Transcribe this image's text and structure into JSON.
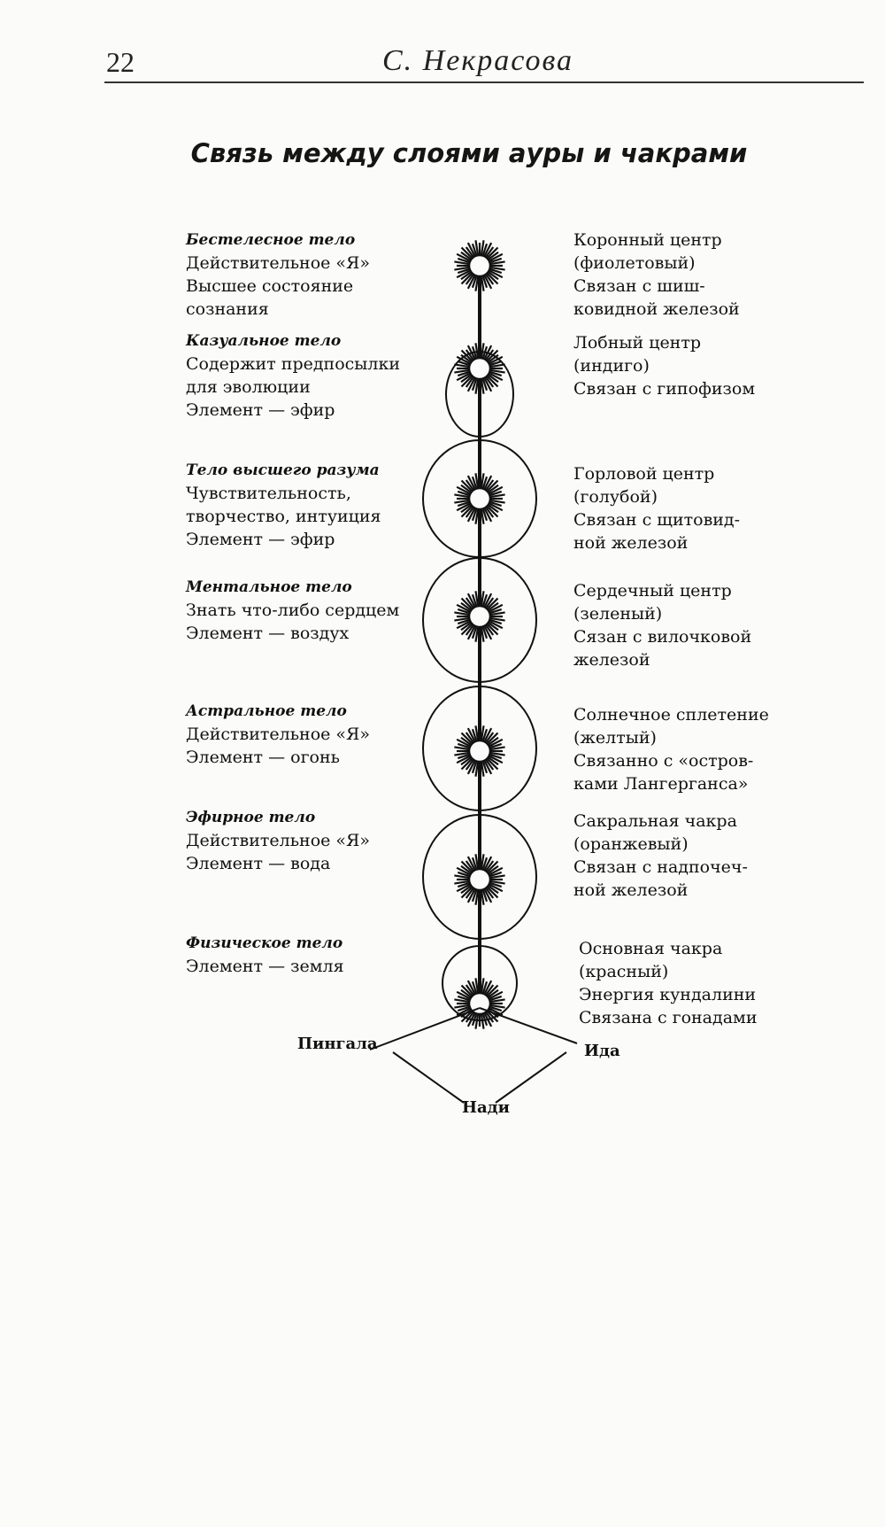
{
  "header": {
    "page_number": "22",
    "author": "С. Некрасова"
  },
  "figure": {
    "title": "Связь между слоями ауры и чакрами"
  },
  "layers": [
    {
      "left_heading": "Бестелесное тело",
      "left_lines": [
        "Действительное «Я»",
        "Высшее состояние",
        "сознания"
      ],
      "right_lines": [
        "Коронный центр",
        "(фиолетовый)",
        "Связан с шиш-",
        "ковидной железой"
      ]
    },
    {
      "left_heading": "Казуальное тело",
      "left_lines": [
        "Содержит предпосылки",
        "для эволюции",
        "Элемент — эфир"
      ],
      "right_lines": [
        "Лобный центр",
        "(индиго)",
        "Связан с гипофизом"
      ]
    },
    {
      "left_heading": "Тело высшего разума",
      "left_lines": [
        "Чувствительность,",
        "творчество, интуиция",
        "Элемент — эфир"
      ],
      "right_lines": [
        "Горловой центр",
        "(голубой)",
        "Связан с щитовид-",
        "ной железой"
      ]
    },
    {
      "left_heading": "Ментальное тело",
      "left_lines": [
        "Знать что-либо сердцем",
        "Элемент — воздух"
      ],
      "right_lines": [
        "Сердечный центр",
        "(зеленый)",
        "Сязан с вилочковой",
        "железой"
      ]
    },
    {
      "left_heading": "Астральное тело",
      "left_lines": [
        "Действительное «Я»",
        "Элемент — огонь"
      ],
      "right_lines": [
        "Солнечное сплетение",
        "(желтый)",
        "Связанно с «остров-",
        "ками Лангерганса»"
      ]
    },
    {
      "left_heading": "Эфирное тело",
      "left_lines": [
        "Действительное «Я»",
        "Элемент — вода"
      ],
      "right_lines": [
        "Сакральная чакра",
        "(оранжевый)",
        "Связан с надпочеч-",
        "ной железой"
      ]
    },
    {
      "left_heading": "Физическое тело",
      "left_lines": [
        "Элемент — земля"
      ],
      "right_lines": [
        "Основная чакра",
        "(красный)",
        "Энергия кундалини",
        "Связана с гонадами"
      ]
    }
  ],
  "nadi": {
    "left": "Пингала",
    "right": "Ида",
    "bottom": "Нади"
  }
}
